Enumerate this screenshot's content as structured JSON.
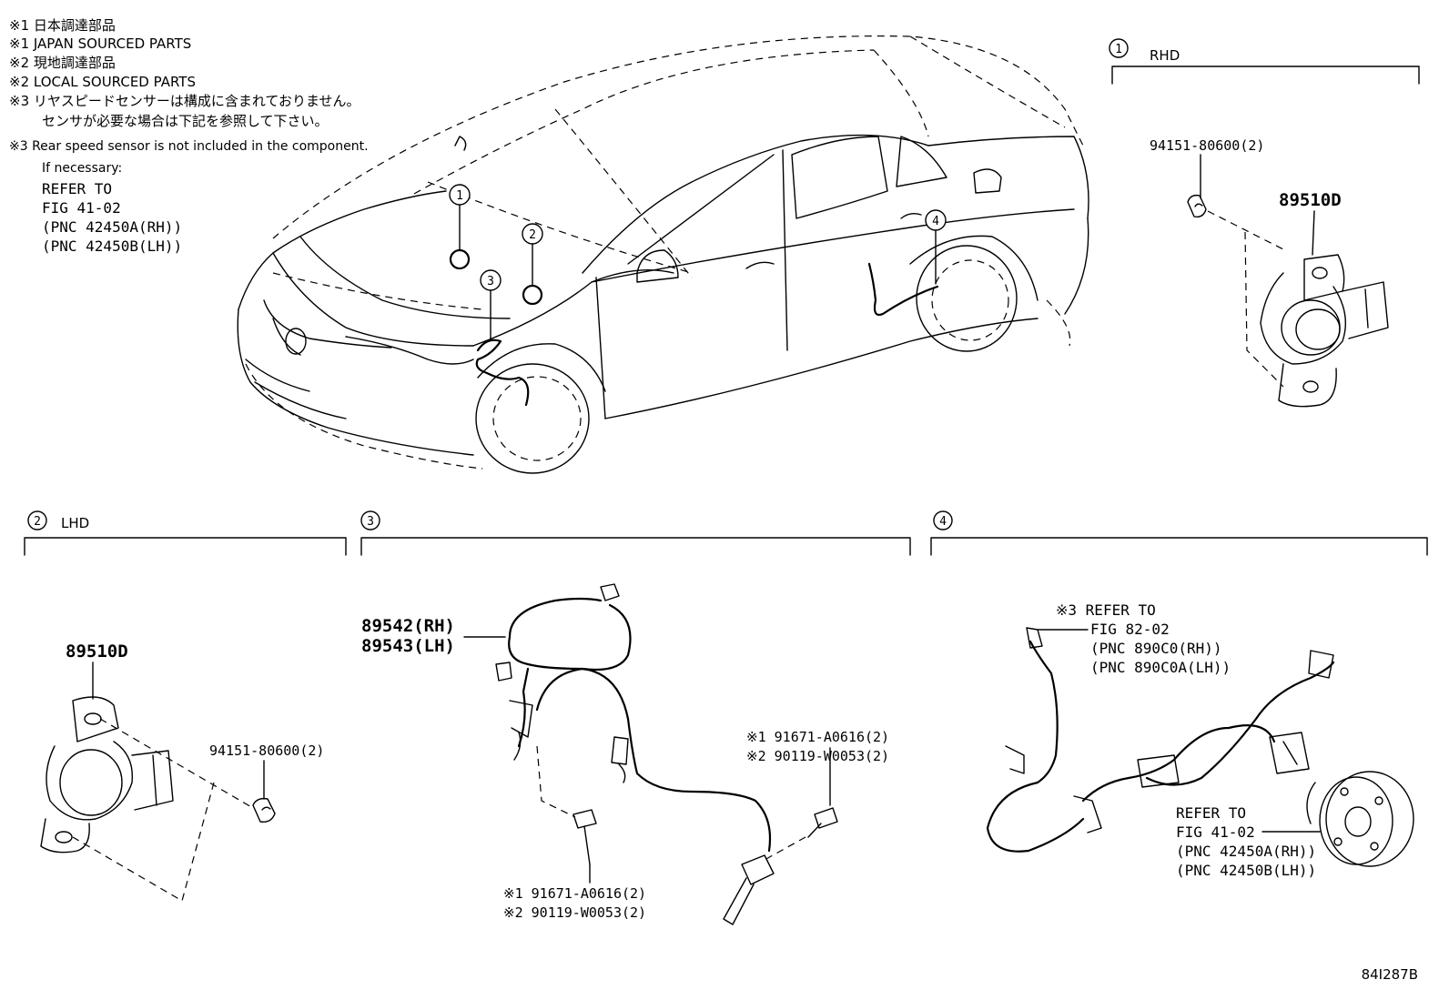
{
  "notes": [
    "※1 日本調達部品",
    "※1 JAPAN SOURCED PARTS",
    "※2 現地調達部品",
    "※2 LOCAL SOURCED PARTS",
    "※3 リヤスピードセンサーは構成に含まれておりません。",
    "センサが必要な場合は下記を参照して下さい。",
    "※3 Rear speed sensor is not included in the component.",
    "If necessary:"
  ],
  "top_refer": [
    "REFER TO",
    "FIG 41-02",
    "(PNC 42450A(RH))",
    "(PNC 42450B(LH))"
  ],
  "overview_callouts": [
    "1",
    "2",
    "3",
    "4"
  ],
  "section1": {
    "num": "1",
    "title": "RHD",
    "bolt": "94151-80600(2)",
    "part": "89510D"
  },
  "section2": {
    "num": "2",
    "title": "LHD",
    "bolt": "94151-80600(2)",
    "part": "89510D"
  },
  "section3": {
    "num": "3",
    "part_rh": "89542(RH)",
    "part_lh": "89543(LH)",
    "bolt_a": [
      "※1 91671-A0616(2)",
      "※2 90119-W0053(2)"
    ],
    "bolt_b": [
      "※1  91671-A0616(2)",
      "※2  90119-W0053(2)"
    ]
  },
  "section4": {
    "num": "4",
    "refer_a": [
      "※3 REFER TO",
      "FIG 82-02",
      "(PNC 890C0(RH))",
      "(PNC 890C0A(LH))"
    ],
    "refer_b": [
      "REFER TO",
      "FIG 41-02",
      "(PNC 42450A(RH))",
      "(PNC 42450B(LH))"
    ]
  },
  "figure_id": "84I287B"
}
